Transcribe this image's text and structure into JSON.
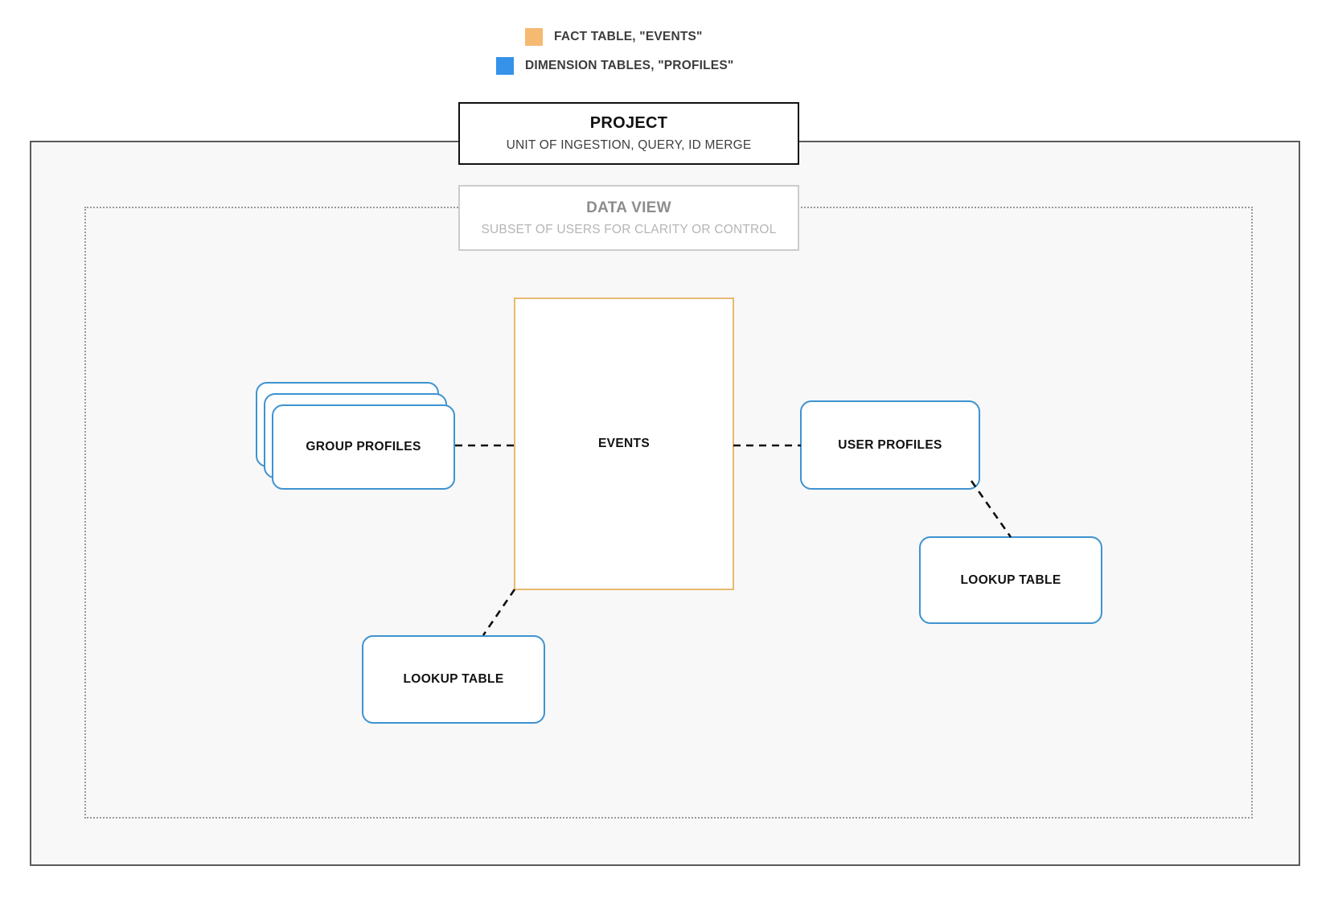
{
  "legend": {
    "items": [
      {
        "label": "FACT TABLE, \"EVENTS\"",
        "color": "#f5b971",
        "icon": "square-swatch-icon"
      },
      {
        "label": "DIMENSION TABLES, \"PROFILES\"",
        "color": "#3592e8",
        "icon": "square-swatch-icon"
      }
    ]
  },
  "project": {
    "title": "PROJECT",
    "subtitle": "UNIT OF INGESTION, QUERY, ID MERGE"
  },
  "data_view": {
    "title": "DATA VIEW",
    "subtitle": "SUBSET OF USERS FOR CLARITY OR CONTROL"
  },
  "nodes": {
    "events": {
      "label": "EVENTS",
      "color": "#e8b972"
    },
    "group_profiles": {
      "label": "GROUP PROFILES",
      "color": "#3e93d0",
      "stack_count": 3
    },
    "user_profiles": {
      "label": "USER PROFILES",
      "color": "#3e93d0"
    },
    "lookup_table_left": {
      "label": "LOOKUP TABLE",
      "color": "#3e93d0"
    },
    "lookup_table_right": {
      "label": "LOOKUP TABLE",
      "color": "#3e93d0"
    }
  },
  "connections": [
    {
      "from": "group_profiles",
      "to": "events",
      "style": "dashed"
    },
    {
      "from": "events",
      "to": "user_profiles",
      "style": "dashed"
    },
    {
      "from": "user_profiles",
      "to": "lookup_table_right",
      "style": "dashed"
    },
    {
      "from": "events",
      "to": "lookup_table_left",
      "style": "dashed"
    }
  ],
  "colors": {
    "fact_accent": "#e8b972",
    "dimension_accent": "#3e93d0",
    "outer_border": "#5a5a5a",
    "dotted_border": "#9a9a9a",
    "canvas_fill": "#f8f8f8"
  }
}
